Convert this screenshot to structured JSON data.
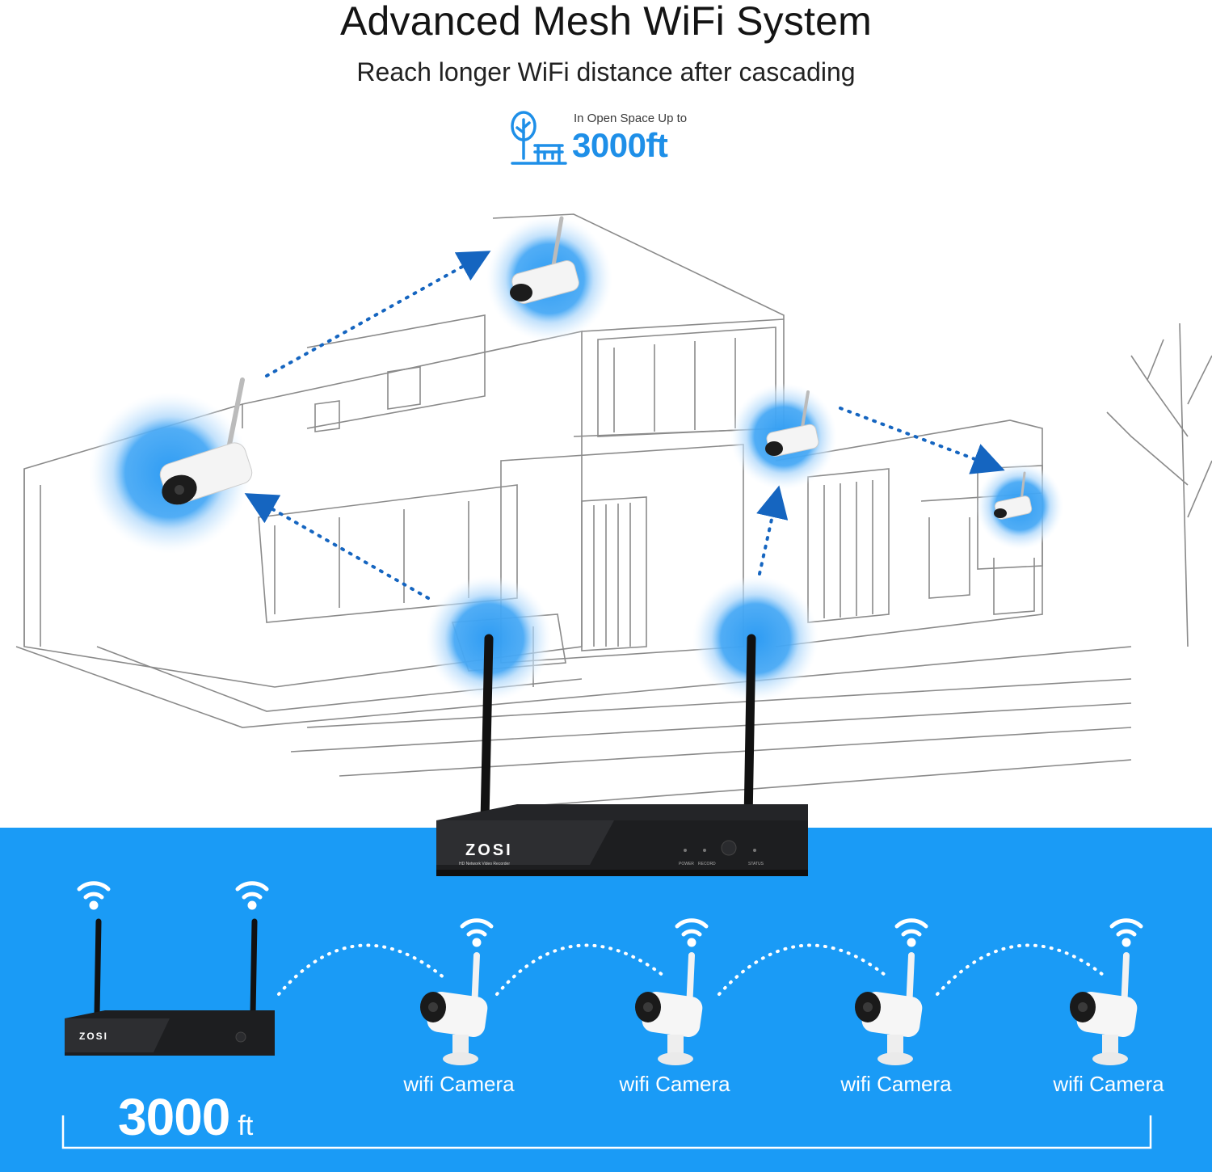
{
  "header": {
    "title": "Advanced Mesh WiFi System",
    "subtitle": "Reach longer WiFi distance after cascading"
  },
  "range_badge": {
    "caption": "In Open Space Up to",
    "value": "3000ft",
    "icon": "tree-bench-icon"
  },
  "colors": {
    "accent_blue": "#1a9bf6",
    "badge_blue": "#1e8fe8",
    "device_black": "#1d1e20"
  },
  "nvr": {
    "brand": "ZOSI",
    "model_text": "HD Network Video Recorder",
    "indicators": [
      "POWER",
      "RECORD",
      "STATUS"
    ]
  },
  "cameras": [
    {
      "label": "wifi Camera"
    },
    {
      "label": "wifi Camera"
    },
    {
      "label": "wifi Camera"
    },
    {
      "label": "wifi Camera"
    }
  ],
  "distance": {
    "value": "3000",
    "unit": "ft"
  }
}
